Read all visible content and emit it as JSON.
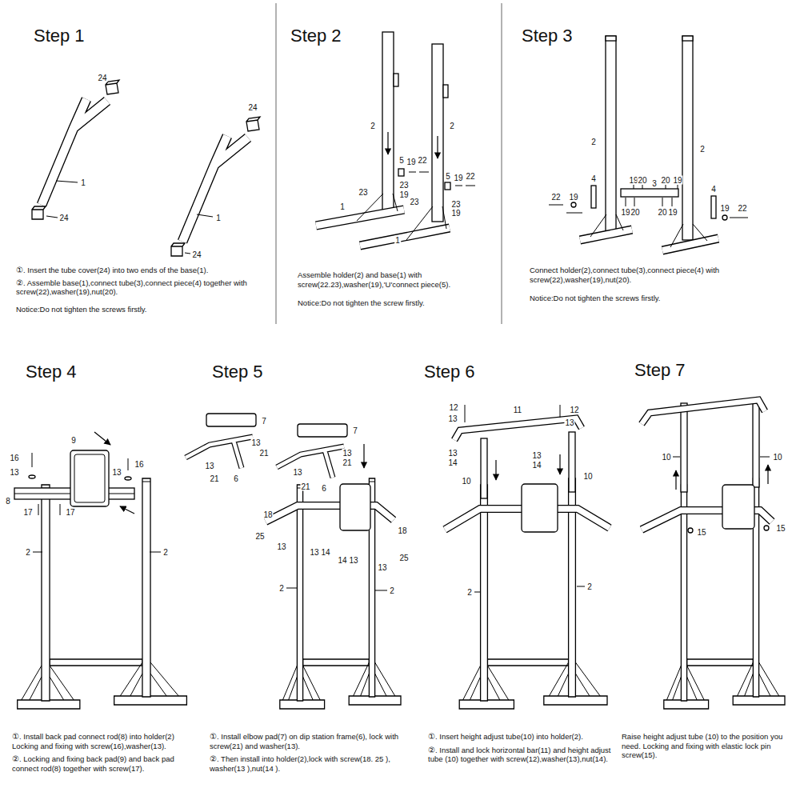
{
  "diagram": {
    "labels": [
      "Step 1",
      "24",
      "24",
      "1",
      "1",
      "24",
      "24",
      "①. Insert the tube cover(24) into two ends of the base(1).",
      "②. Assemble base(1),connect tube(3),connect piece(4) together with screw(22),washer(19),nut(20).",
      "Notice:Do not tighten the screws firstly.",
      "Step 2",
      "2",
      "2",
      "5",
      "19",
      "22",
      "5",
      "19",
      "22",
      "23",
      "23",
      "19",
      "23",
      "23",
      "19",
      "1",
      "1",
      "Assemble holder(2) and base(1) with screw(22.23),washer(19),'U'connect piece(5).",
      "Notice:Do not tighten the screw firstly.",
      "Step 3",
      "2",
      "2",
      "4",
      "19",
      "20",
      "3",
      "20",
      "19",
      "4",
      "22",
      "19",
      "19",
      "20",
      "20",
      "19",
      "19",
      "22",
      "Connect holder(2),connect tube(3),connect piece(4) with screw(22),washer(19),nut(20).",
      "Notice:Do not tighten the screws firstly.",
      "Step 4",
      "9",
      "16",
      "13",
      "13",
      "16",
      "8",
      "17",
      "17",
      "2",
      "2",
      "①. Install back pad connect rod(8) into holder(2) Locking and fixing with screw(16),washer(13).",
      "②. Locking and fixing back pad(9) and back pad connect rod(8) together with screw(17).",
      "Step 5",
      "7",
      "13",
      "21",
      "13",
      "21",
      "6",
      "7",
      "13",
      "21",
      "13",
      "21",
      "6",
      "18",
      "18",
      "25",
      "13",
      "13",
      "14",
      "14",
      "13",
      "25",
      "13",
      "2",
      "2",
      "①. Install elbow pad(7) on dip station frame(6), lock with screw(21) and washer(13).",
      "②. Then install into holder(2),lock with screw(18. 25 ), washer(13 ),nut(14 ).",
      "Step 6",
      "12",
      "13",
      "11",
      "12",
      "13",
      "13",
      "14",
      "13",
      "14",
      "10",
      "10",
      "2",
      "2",
      "①. Insert height adjust tube(10) into holder(2).",
      "②. Install and lock horizontal bar(11) and height adjust tube (10) together with screw(12),washer(13),nut(14).",
      "Step 7",
      "10",
      "10",
      "15",
      "15",
      "Raise height adjust tube (10) to the position you need. Locking and fixing with elastic lock pin screw(15)."
    ]
  }
}
